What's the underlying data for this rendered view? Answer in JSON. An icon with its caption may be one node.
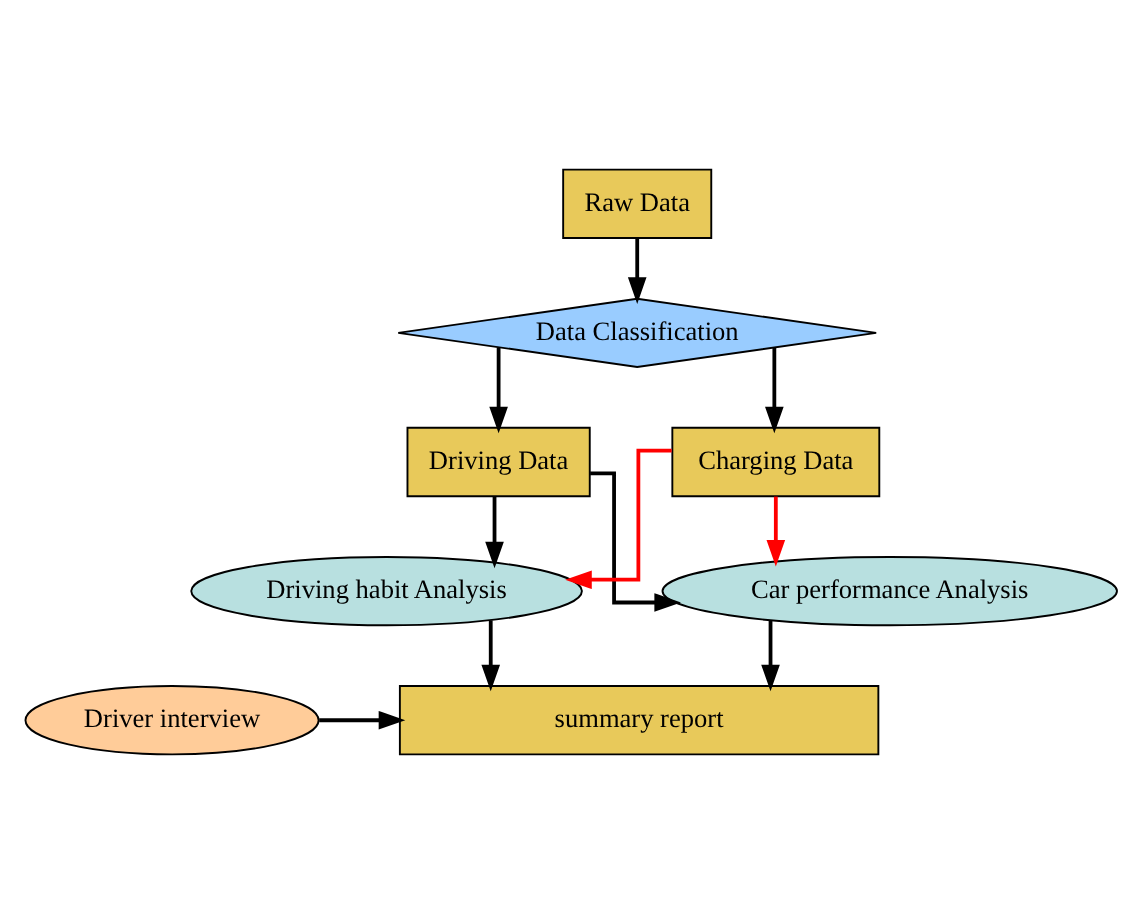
{
  "diagram": {
    "nodes": [
      {
        "text": [
          "Raw Data"
        ]
      },
      {
        "text": [
          "Data Classification"
        ]
      },
      {
        "text": [
          "Driving Data"
        ]
      },
      {
        "text": [
          "Charging Data"
        ]
      },
      {
        "text": [
          "Driving habit Analysis"
        ]
      },
      {
        "text": [
          "Car performance Analysis"
        ]
      },
      {
        "text": [
          "Driver interview"
        ]
      },
      {
        "text": [
          "summary report"
        ]
      }
    ],
    "edges": [
      {
        "from": 0,
        "to": 1,
        "arrow": "to"
      },
      {
        "from": 1,
        "to": 2,
        "arrow": "to"
      },
      {
        "from": 1,
        "to": 3,
        "arrow": "to"
      },
      {
        "from": 2,
        "to": 4,
        "arrow": "to"
      },
      {
        "from": 2,
        "to": 5,
        "arrow": "to"
      },
      {
        "from": 3,
        "to": 4,
        "arrow": "to",
        "color": "#ff0000"
      },
      {
        "from": 3,
        "to": 5,
        "arrow": "to",
        "color": "#ff0000"
      },
      {
        "from": 4,
        "to": 7,
        "arrow": "to"
      },
      {
        "from": 5,
        "to": 7,
        "arrow": "to"
      },
      {
        "from": 6,
        "to": 7,
        "arrow": "to"
      }
    ]
  }
}
